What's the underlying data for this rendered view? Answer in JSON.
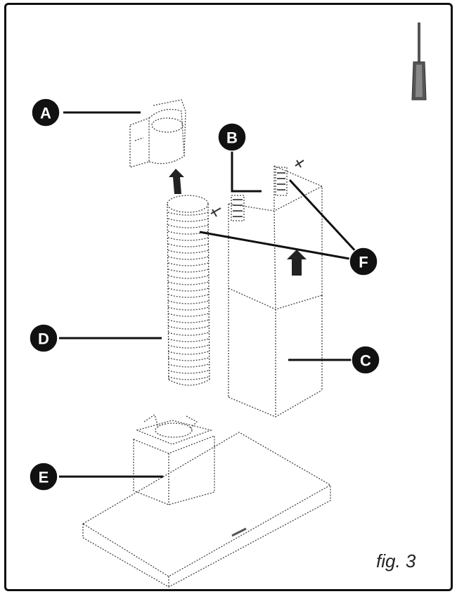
{
  "labels": {
    "A": "A",
    "B": "B",
    "C": "C",
    "D": "D",
    "E": "E",
    "F": "F"
  },
  "caption": "fig. 3",
  "icons": {
    "tool": "screwdriver-icon",
    "arrow": "up-arrow-icon"
  }
}
